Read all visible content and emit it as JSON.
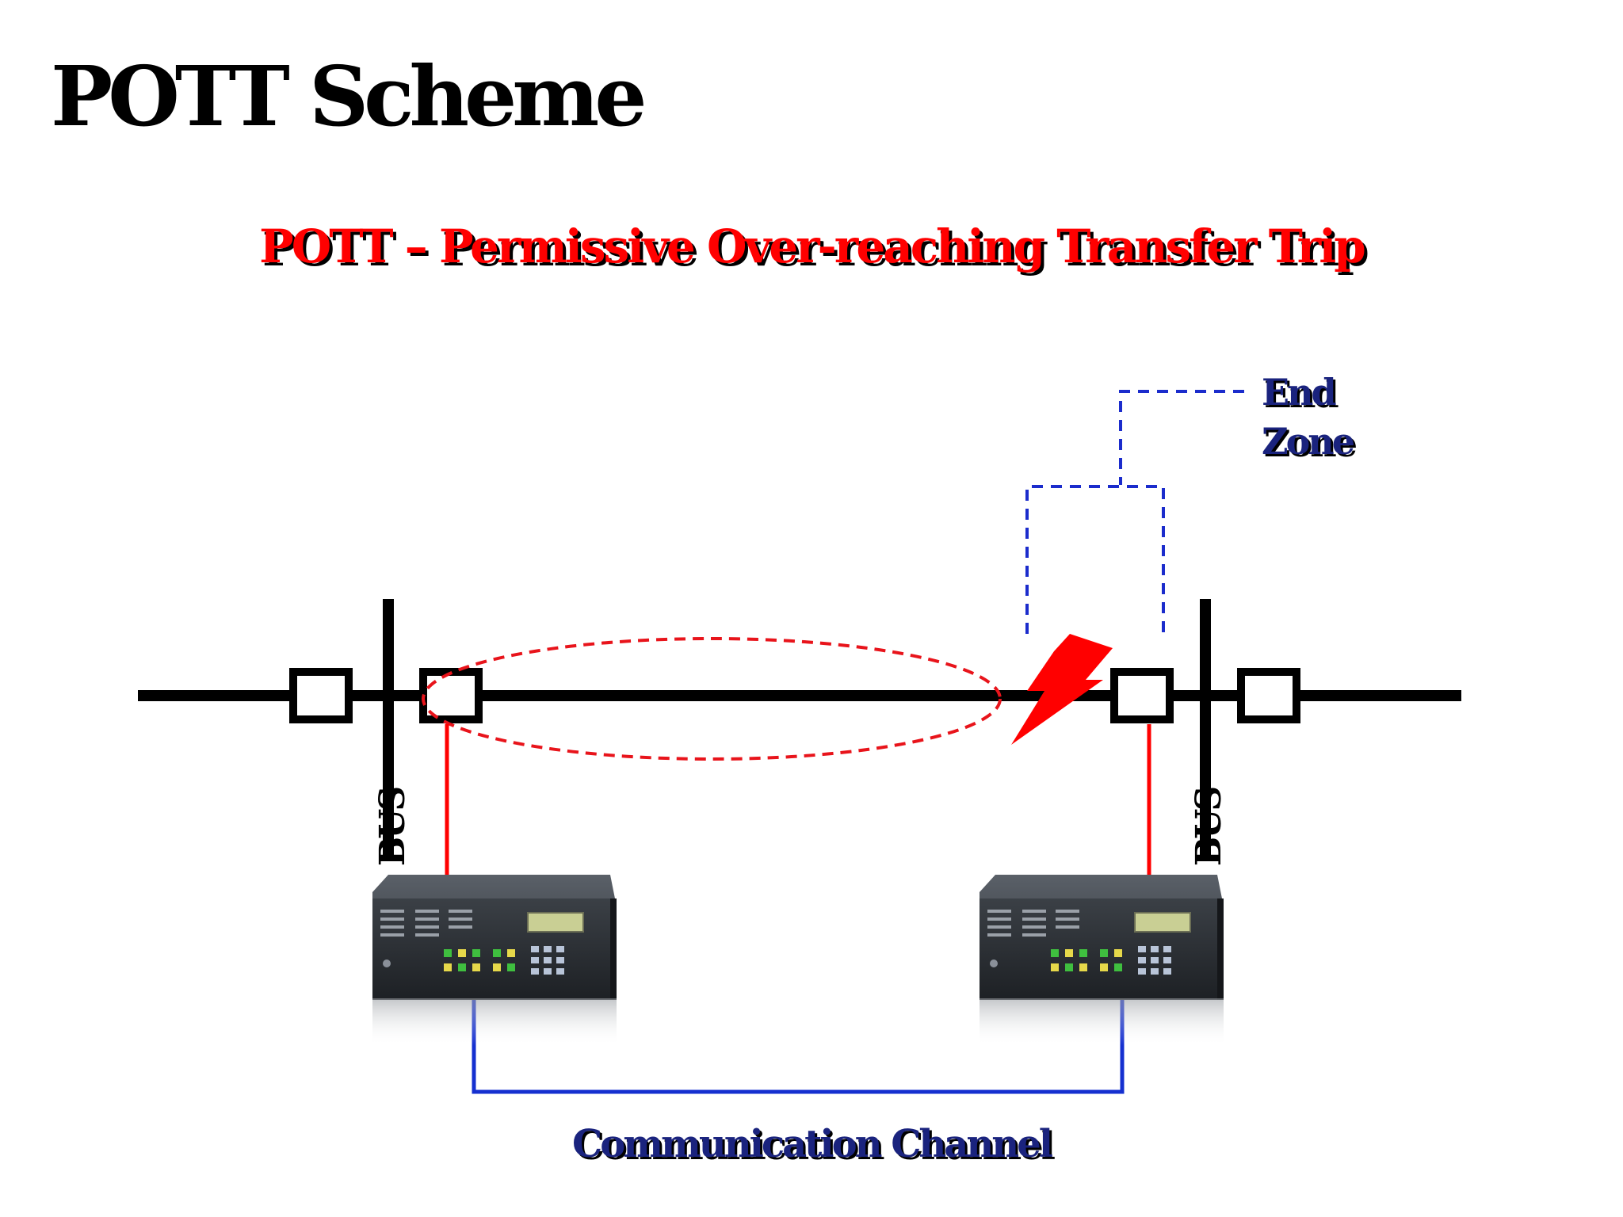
{
  "slide": {
    "title": "POTT Scheme",
    "subtitle": "POTT – Permissive Over-reaching Transfer Trip"
  },
  "labels": {
    "end_zone_line1": "End",
    "end_zone_line2": "Zone",
    "bus_left": "BUS",
    "bus_right": "BUS",
    "communication_channel": "Communication Channel"
  },
  "colors": {
    "line": "#000000",
    "overreach_zone": "#e8141b",
    "end_zone": "#1b2ccc",
    "relay_connection": "#ff0000",
    "communication_channel": "#1530d0",
    "fault": "#ff0000"
  },
  "icons": {
    "fault": "lightning-bolt-icon",
    "relay": "protective-relay-device"
  }
}
